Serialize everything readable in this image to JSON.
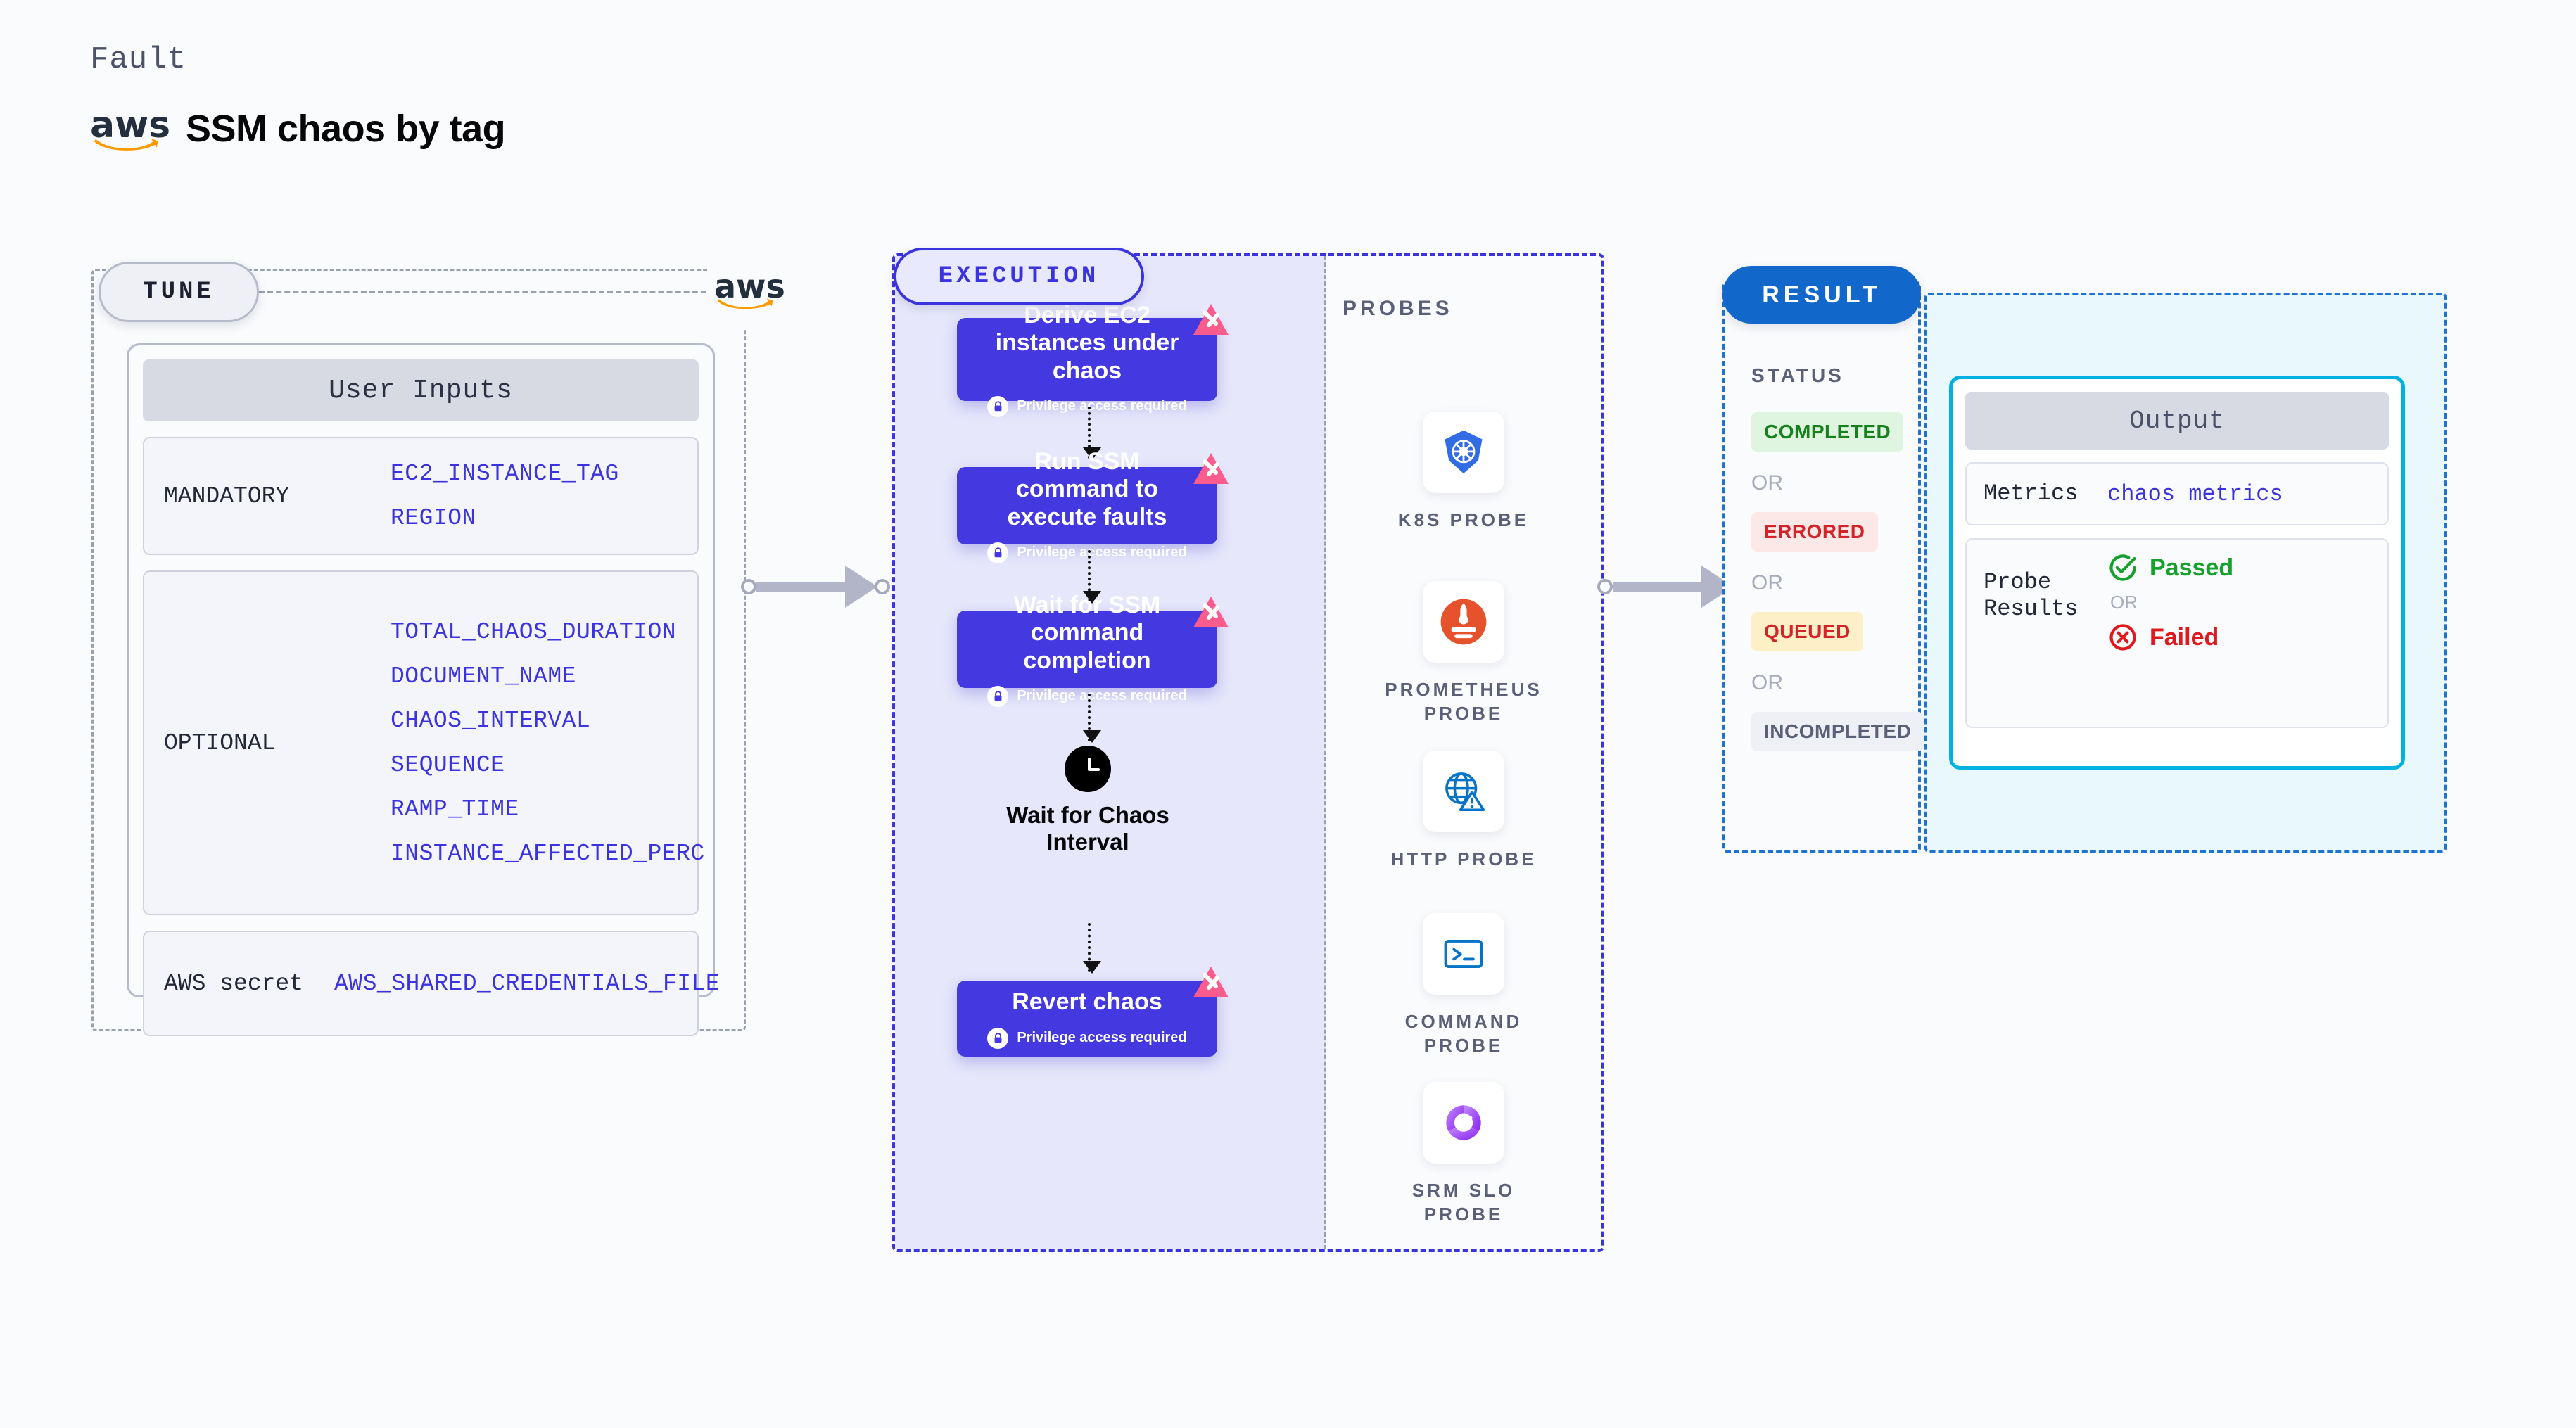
{
  "header": {
    "kicker": "Fault",
    "title": "SSM chaos by tag",
    "logo_text": "aws",
    "logo_name": "aws-logo"
  },
  "tune": {
    "pill_label": "TUNE",
    "card_title": "User Inputs",
    "groups": [
      {
        "label": "MANDATORY",
        "items": [
          "EC2_INSTANCE_TAG",
          "REGION"
        ]
      },
      {
        "label": "OPTIONAL",
        "items": [
          "TOTAL_CHAOS_DURATION",
          "DOCUMENT_NAME",
          "CHAOS_INTERVAL",
          "SEQUENCE",
          "RAMP_TIME",
          "INSTANCE_AFFECTED_PERC"
        ]
      },
      {
        "label": "AWS secret",
        "items": [
          "AWS_SHARED_CREDENTIALS_FILE"
        ]
      }
    ]
  },
  "execution": {
    "pill_label": "EXECUTION",
    "privilege_note": "Privilege access required",
    "nodes": [
      {
        "title": "Derive EC2 instances under chaos",
        "privileged": true
      },
      {
        "title": "Run SSM command to execute faults",
        "privileged": true
      },
      {
        "title": "Wait for SSM command completion",
        "privileged": true
      },
      {
        "title": "Wait for Chaos Interval",
        "privileged": false
      },
      {
        "title": "Revert chaos",
        "privileged": true
      }
    ]
  },
  "probes": {
    "section_label": "PROBES",
    "items": [
      {
        "name": "K8S PROBE",
        "icon": "kubernetes-icon"
      },
      {
        "name": "PROMETHEUS PROBE",
        "icon": "prometheus-icon"
      },
      {
        "name": "HTTP PROBE",
        "icon": "http-globe-warning-icon"
      },
      {
        "name": "COMMAND PROBE",
        "icon": "terminal-icon"
      },
      {
        "name": "SRM SLO PROBE",
        "icon": "srm-slo-icon"
      }
    ]
  },
  "result": {
    "pill_label": "RESULT",
    "status_label": "STATUS",
    "or_label": "OR",
    "statuses": [
      {
        "label": "COMPLETED",
        "bg": "#dff5e0",
        "fg": "#16821d"
      },
      {
        "label": "ERRORED",
        "bg": "#fde8e8",
        "fg": "#d3242a"
      },
      {
        "label": "QUEUED",
        "bg": "#fdefc6",
        "fg": "#d3242a"
      },
      {
        "label": "INCOMPLETED",
        "bg": "#eef0f5",
        "fg": "#5a6077"
      }
    ]
  },
  "output": {
    "title": "Output",
    "metrics_label": "Metrics",
    "metrics_value": "chaos metrics",
    "probe_results_label": "Probe Results",
    "or_label": "OR",
    "passed_label": "Passed",
    "failed_label": "Failed"
  },
  "colors": {
    "accent_purple": "#4438e0",
    "accent_blue": "#1167ca",
    "accent_cyan": "#00b2e2",
    "harness_pink": "#fb5c8e",
    "aws_orange": "#ff9900",
    "param_link": "#3b33e0"
  }
}
